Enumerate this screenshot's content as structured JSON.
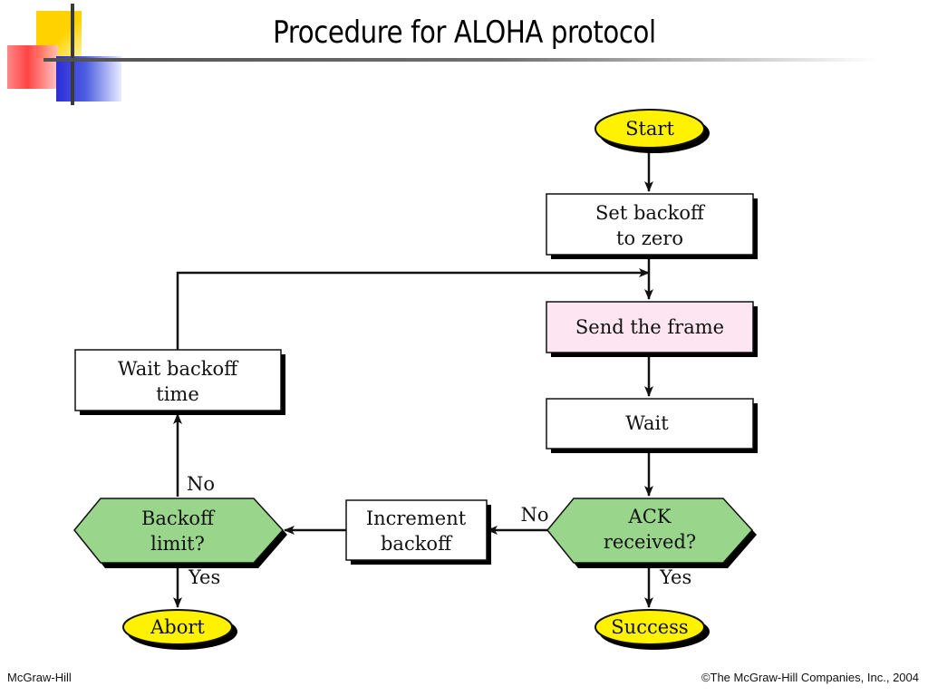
{
  "title": "Procedure for ALOHA protocol",
  "colors": {
    "terminal": "#fff200",
    "process": "#ffffff",
    "highlight": "#fde6f1",
    "decision": "#99d58a",
    "shadow": "#000000"
  },
  "flowchart": {
    "nodes": {
      "start": {
        "lines": [
          "Start"
        ]
      },
      "set_backoff": {
        "lines": [
          "Set backoff",
          "to zero"
        ]
      },
      "send_frame": {
        "lines": [
          "Send the frame"
        ]
      },
      "wait": {
        "lines": [
          "Wait"
        ]
      },
      "ack_received": {
        "lines": [
          "ACK",
          "received?"
        ]
      },
      "increment_backoff": {
        "lines": [
          "Increment",
          "backoff"
        ]
      },
      "backoff_limit": {
        "lines": [
          "Backoff",
          "limit?"
        ]
      },
      "wait_backoff": {
        "lines": [
          "Wait backoff",
          "time"
        ]
      },
      "abort": {
        "lines": [
          "Abort"
        ]
      },
      "success": {
        "lines": [
          "Success"
        ]
      }
    },
    "edge_labels": {
      "ack_no": "No",
      "ack_yes": "Yes",
      "limit_no": "No",
      "limit_yes": "Yes"
    }
  },
  "footer": {
    "left": "McGraw-Hill",
    "right": "©The McGraw-Hill Companies, Inc., 2004"
  }
}
